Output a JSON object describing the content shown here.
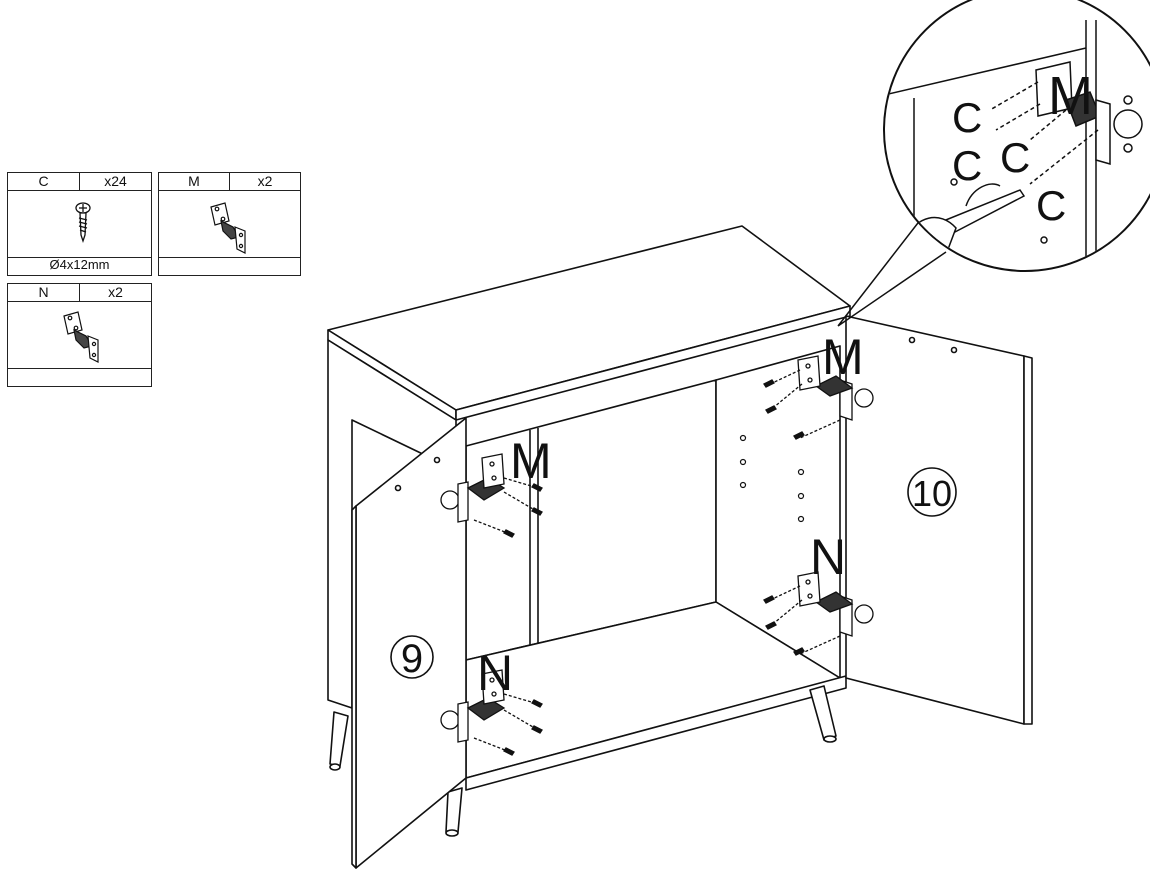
{
  "parts": [
    {
      "letter": "C",
      "qty": "x24",
      "size": "Ø4x12mm",
      "icon": "screw-icon"
    },
    {
      "letter": "M",
      "qty": "x2",
      "size": "",
      "icon": "hinge-icon"
    },
    {
      "letter": "N",
      "qty": "x2",
      "size": "",
      "icon": "hinge-icon"
    }
  ],
  "callouts": {
    "door_left": "9",
    "door_right": "10",
    "hinge_top_left": "M",
    "hinge_bottom_left": "N",
    "hinge_top_right": "M",
    "hinge_bottom_right": "N"
  },
  "detail": {
    "hinge": "M",
    "screws": [
      "C",
      "C",
      "C",
      "C"
    ]
  }
}
